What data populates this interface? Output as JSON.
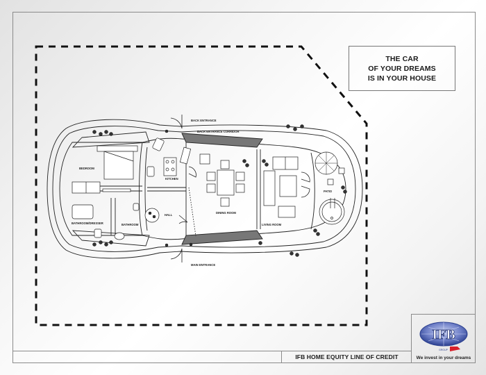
{
  "headline": {
    "lines": [
      "THE CAR",
      "OF YOUR DREAMS",
      "IS IN YOUR HOUSE"
    ]
  },
  "product": {
    "label": "IFB HOME EQUITY LINE OF CREDIT"
  },
  "brand": {
    "logo_text": "IFB",
    "logo_subtext": "GROUP",
    "tagline": "We invest in your dreams",
    "colors": {
      "logo_blue": "#2b3f8f",
      "logo_light": "#8fa0d8",
      "flag_red": "#d8202a"
    }
  },
  "floor_plan": {
    "rooms": {
      "bedroom": "BEDROOM",
      "bathroom_dresser": "BATHROOM/DRESSER",
      "bathroom": "BATHROOM",
      "kitchen": "KITCHEN",
      "hall": "HALL",
      "dining_room": "DINING ROOM",
      "living_room": "LIVING ROOM",
      "patio": "PATIO"
    },
    "entrances": {
      "back_entrance": "BACK ENTRANCE",
      "back_corridor": "BACK ENTRANCE CORRIDOR",
      "main_entrance": "MAIN ENTRANCE"
    }
  }
}
